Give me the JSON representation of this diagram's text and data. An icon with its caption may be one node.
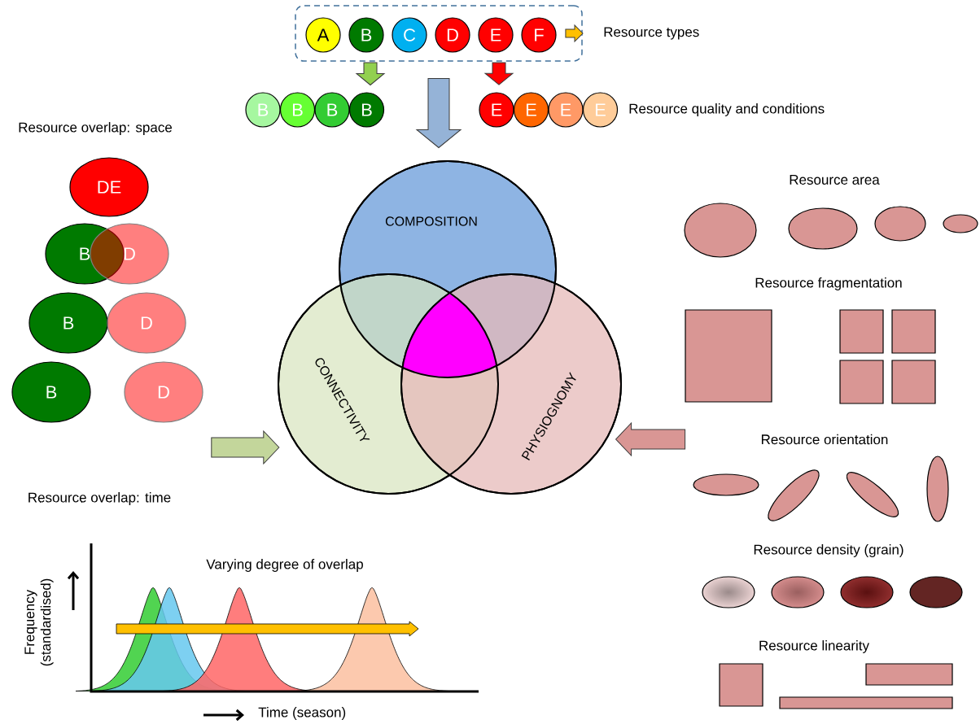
{
  "diagram": {
    "nodes": [
      {
        "text": [],
        "shape": "box"
      },
      {
        "text": [
          "A"
        ],
        "in": 0
      },
      {
        "text": [
          "B"
        ],
        "in": 0
      },
      {
        "text": [
          "C"
        ],
        "in": 0
      },
      {
        "text": [
          "D"
        ],
        "in": 0
      },
      {
        "text": [
          "E"
        ],
        "in": 0
      },
      {
        "text": [
          "F"
        ],
        "in": 0
      },
      {
        "text": [
          "Resource types"
        ]
      },
      {
        "text": [
          "B"
        ]
      },
      {
        "text": [
          "B"
        ]
      },
      {
        "text": [
          "B"
        ]
      },
      {
        "text": [
          "B"
        ]
      },
      {
        "text": [
          "E"
        ]
      },
      {
        "text": [
          "E"
        ]
      },
      {
        "text": [
          "E"
        ]
      },
      {
        "text": [
          "E"
        ]
      },
      {
        "text": [
          "COMPOSITION"
        ]
      },
      {
        "text": [
          "CONNECTIVITY"
        ]
      },
      {
        "text": [
          "PHYSIOGNOMY"
        ]
      },
      {
        "text": [
          "DE"
        ]
      },
      {
        "text": [
          "B"
        ]
      },
      {
        "text": [
          "D"
        ]
      },
      {
        "text": [
          "B"
        ]
      },
      {
        "text": [
          "D"
        ]
      },
      {
        "text": [
          "B"
        ]
      },
      {
        "text": [
          "D"
        ]
      }
    ],
    "edges": [
      {
        "from": 6,
        "to": 7,
        "arrow": "to",
        "color": "#ffc000"
      },
      {
        "from": 0,
        "to": 11,
        "arrow": "to",
        "color": "#92d050"
      },
      {
        "from": 0,
        "to": 12,
        "arrow": "to",
        "color": "#ff0000"
      },
      {
        "from": null,
        "to": 16,
        "arrow": "to",
        "color": "#95b3d7"
      },
      {
        "from": null,
        "to": 17,
        "arrow": "to",
        "color": "#c3d69b"
      },
      {
        "from": null,
        "to": 18,
        "arrow": "to",
        "color": "#d99694"
      }
    ],
    "labels": [
      "Resource quality and conditions",
      "Resource overlap: space",
      "Resource area",
      "Resource fragmentation",
      "Resource orientation",
      "Resource overlap: time",
      "Resource density (grain)",
      "Varying degree of overlap",
      "Resource linearity",
      "Frequency (standardised)",
      "Time (season)"
    ]
  }
}
